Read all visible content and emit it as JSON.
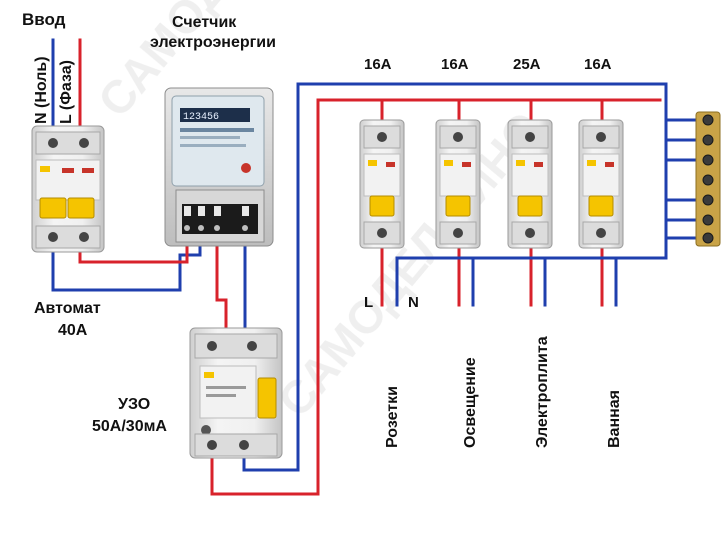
{
  "labels": {
    "vvod": "Ввод",
    "neutral": "N (Ноль)",
    "phase": "L (Фаза)",
    "meter_line1": "Счетчик",
    "meter_line2": "электроэнергии",
    "main_breaker_line1": "Автомат",
    "main_breaker_line2": "40А",
    "rcd_line1": "УЗО",
    "rcd_line2": "50А/30мА",
    "L": "L",
    "N": "N",
    "meter_digits": "123456",
    "watermark": "САМОДЕЛ-КИНО"
  },
  "breakers": [
    {
      "rating": "16А",
      "circuit": "Розетки"
    },
    {
      "rating": "16А",
      "circuit": "Освещение"
    },
    {
      "rating": "25А",
      "circuit": "Электроплита"
    },
    {
      "rating": "16А",
      "circuit": "Ванная"
    }
  ],
  "colors": {
    "phase_wire": "#d8222b",
    "neutral_wire": "#1f3fae",
    "handle": "#f5c400",
    "device_body": "#e9e9e9"
  }
}
